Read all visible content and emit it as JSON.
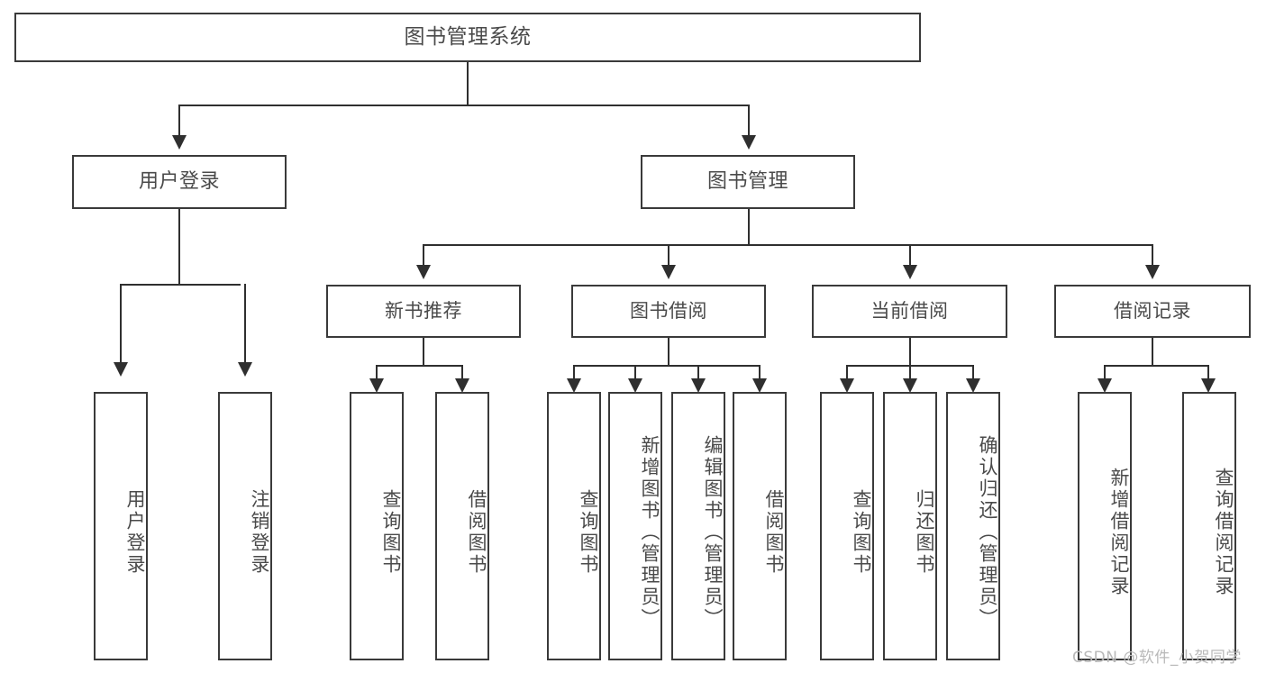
{
  "diagram": {
    "title": "图书管理系统",
    "type": "functional-structure-tree",
    "watermark": "CSDN @软件_小贺同学"
  },
  "nodes": {
    "root": {
      "label": "图书管理系统"
    },
    "level2": [
      {
        "id": "user-login",
        "label": "用户登录"
      },
      {
        "id": "book-manage",
        "label": "图书管理"
      }
    ],
    "level3": [
      {
        "id": "new-book-recommend",
        "label": "新书推荐"
      },
      {
        "id": "book-borrow",
        "label": "图书借阅"
      },
      {
        "id": "current-borrow",
        "label": "当前借阅"
      },
      {
        "id": "borrow-record",
        "label": "借阅记录"
      }
    ],
    "leaves": [
      {
        "id": "leaf-user-login",
        "label": "用户登录"
      },
      {
        "id": "leaf-logout-login",
        "label": "注销登录"
      },
      {
        "id": "leaf-query-book-1",
        "label": "查询图书"
      },
      {
        "id": "leaf-borrow-book-1",
        "label": "借阅图书"
      },
      {
        "id": "leaf-query-book-2",
        "label": "查询图书"
      },
      {
        "id": "leaf-add-book-admin",
        "label": "新增图书（管理员）"
      },
      {
        "id": "leaf-edit-book-admin",
        "label": "编辑图书（管理员）"
      },
      {
        "id": "leaf-borrow-book-2",
        "label": "借阅图书"
      },
      {
        "id": "leaf-query-book-3",
        "label": "查询图书"
      },
      {
        "id": "leaf-return-book",
        "label": "归还图书"
      },
      {
        "id": "leaf-confirm-return-admin",
        "label": "确认归还（管理员）"
      },
      {
        "id": "leaf-add-borrow-record",
        "label": "新增借阅记录"
      },
      {
        "id": "leaf-query-borrow-record",
        "label": "查询借阅记录"
      }
    ]
  },
  "colors": {
    "stroke": "#3a3a3a",
    "connector": "#2f2f2f",
    "text": "#4a4a4a",
    "background": "#ffffff",
    "watermark": "#b9b9b9"
  }
}
